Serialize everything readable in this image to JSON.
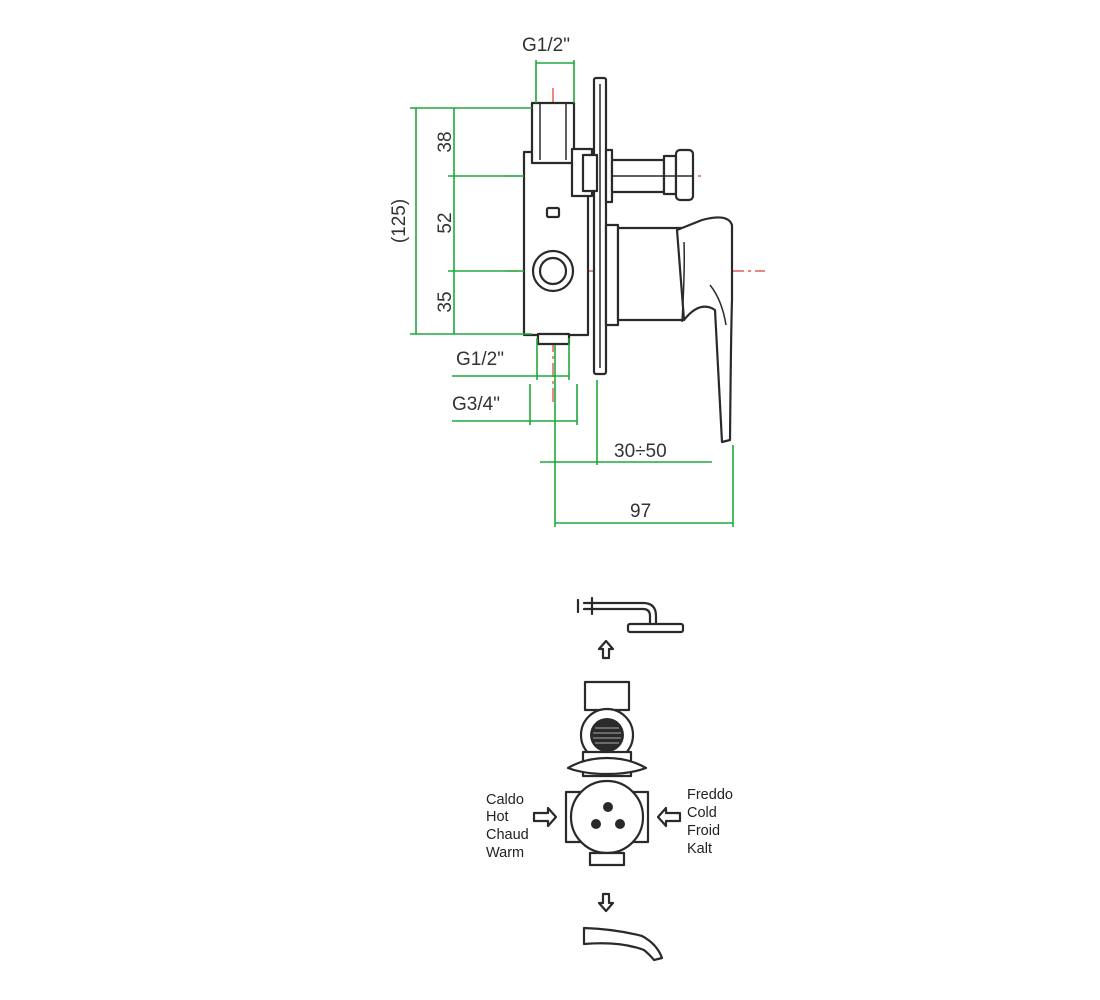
{
  "dimensions": {
    "top_thread": "G1/2\"",
    "height_upper": "38",
    "height_middle": "52",
    "height_lower": "35",
    "height_total": "(125)",
    "bottom_thread_1": "G1/2\"",
    "bottom_thread_2": "G3/4\"",
    "depth_range": "30÷50",
    "total_depth": "97"
  },
  "connections": {
    "hot_labels": [
      "Caldo",
      "Hot",
      "Chaud",
      "Warm"
    ],
    "cold_labels": [
      "Freddo",
      "Cold",
      "Froid",
      "Kalt"
    ]
  },
  "colors": {
    "dimension": "#1ea83c",
    "centerline": "#e03a3a",
    "outline": "#2a2a2a"
  }
}
